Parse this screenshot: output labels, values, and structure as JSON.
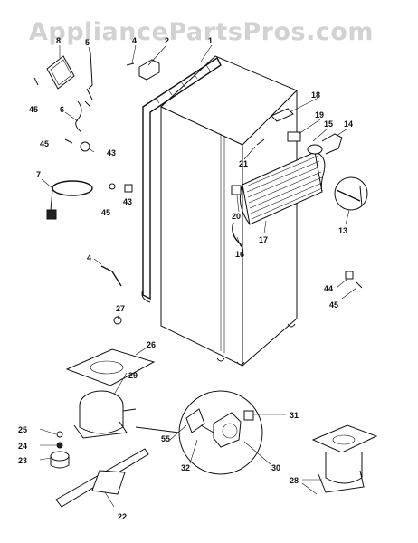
{
  "watermark": "AppliancePartsPros.com",
  "callouts": {
    "c1": "1",
    "c2": "2",
    "c4a": "4",
    "c4b": "4",
    "c5": "5",
    "c6": "6",
    "c7": "7",
    "c8": "8",
    "c13": "13",
    "c14": "14",
    "c15": "15",
    "c16": "16",
    "c17": "17",
    "c18": "18",
    "c19": "19",
    "c20": "20",
    "c21": "21",
    "c22": "22",
    "c23": "23",
    "c24": "24",
    "c25": "25",
    "c26": "26",
    "c27": "27",
    "c28": "28",
    "c29": "29",
    "c30": "30",
    "c31": "31",
    "c32": "32",
    "c43a": "43",
    "c43b": "43",
    "c44": "44",
    "c45a": "45",
    "c45b": "45",
    "c45c": "45",
    "c45d": "45",
    "c55": "55"
  }
}
